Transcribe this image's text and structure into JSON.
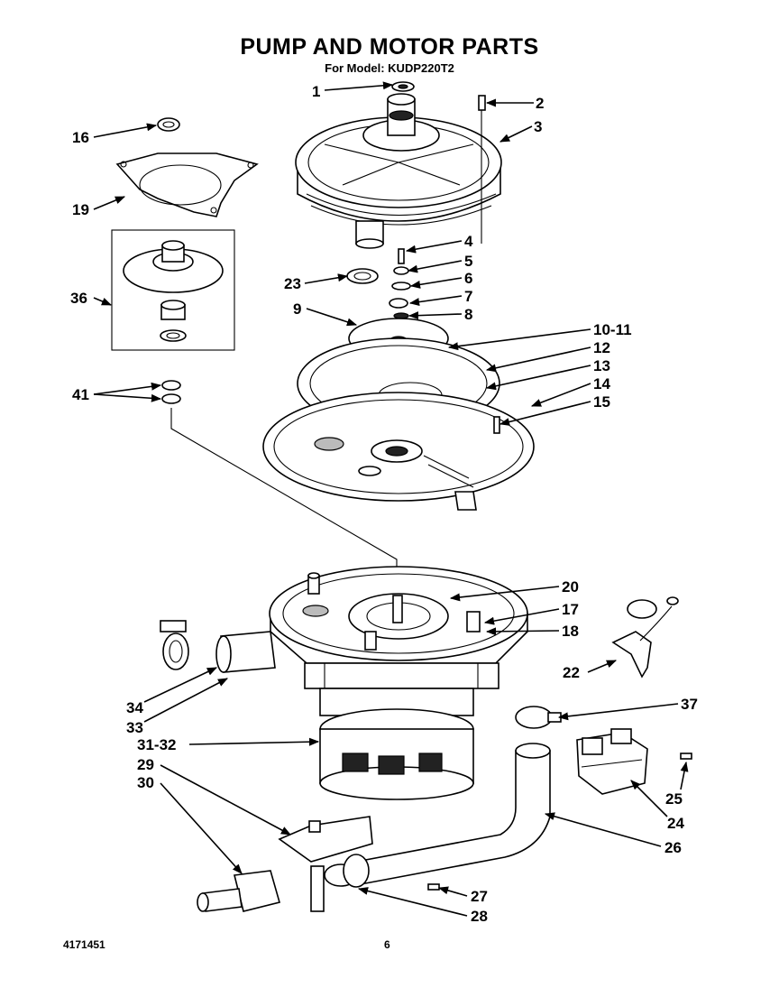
{
  "header": {
    "title": "PUMP AND MOTOR PARTS",
    "subtitle": "For Model: KUDP220T2"
  },
  "footer": {
    "doc_number": "4171451",
    "page_number": "6"
  },
  "callouts": {
    "c1": "1",
    "c2": "2",
    "c3": "3",
    "c4": "4",
    "c5": "5",
    "c6": "6",
    "c7": "7",
    "c8": "8",
    "c9": "9",
    "c10_11": "10-11",
    "c12": "12",
    "c13": "13",
    "c14": "14",
    "c15": "15",
    "c16": "16",
    "c19": "19",
    "c23": "23",
    "c36": "36",
    "c41": "41",
    "c20": "20",
    "c17": "17",
    "c18": "18",
    "c22": "22",
    "c37": "37",
    "c34": "34",
    "c33": "33",
    "c31_32": "31-32",
    "c29": "29",
    "c30": "30",
    "c25": "25",
    "c24": "24",
    "c26": "26",
    "c27": "27",
    "c28": "28"
  }
}
